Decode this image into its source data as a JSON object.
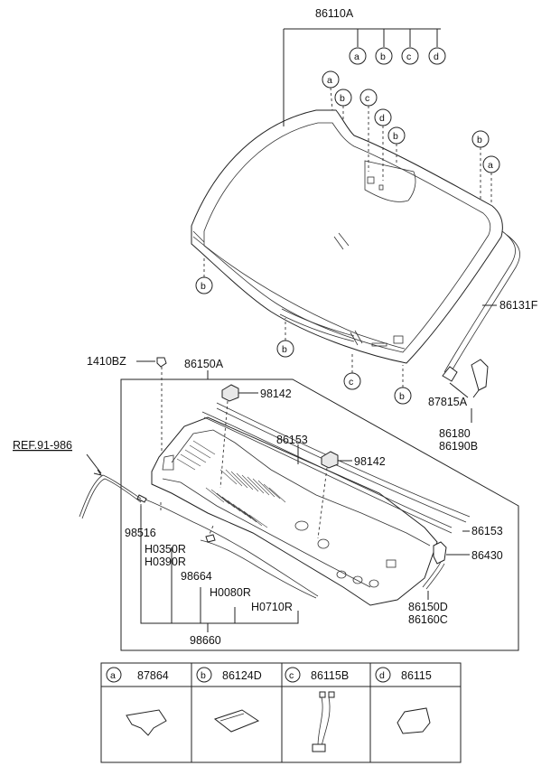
{
  "labels": {
    "windshield_assy": "86110A",
    "moulding": "86131F",
    "bolt": "1410BZ",
    "cowl_assy": "86150A",
    "nozzle_top": "98142",
    "nozzle_mid": "98142",
    "cowl_panel": "86153",
    "cowl_strip": "86153",
    "cowl_seal": "86430",
    "clip": "87815A",
    "bracket_a": "86180",
    "bracket_b": "86190B",
    "cover_a": "86150D",
    "cover_b": "86160C",
    "hose_a": "98516",
    "hose_b": "H0350R",
    "hose_c": "H0390R",
    "hose_d": "98664",
    "hose_e": "H0080R",
    "hose_f": "H0710R",
    "hose_assy": "98660",
    "ref": "REF.91-986"
  },
  "callouts": {
    "a": "a",
    "b": "b",
    "c": "c",
    "d": "d"
  },
  "legend": [
    {
      "letter": "a",
      "part": "87864"
    },
    {
      "letter": "b",
      "part": "86124D"
    },
    {
      "letter": "c",
      "part": "86115B"
    },
    {
      "letter": "d",
      "part": "86115"
    }
  ]
}
